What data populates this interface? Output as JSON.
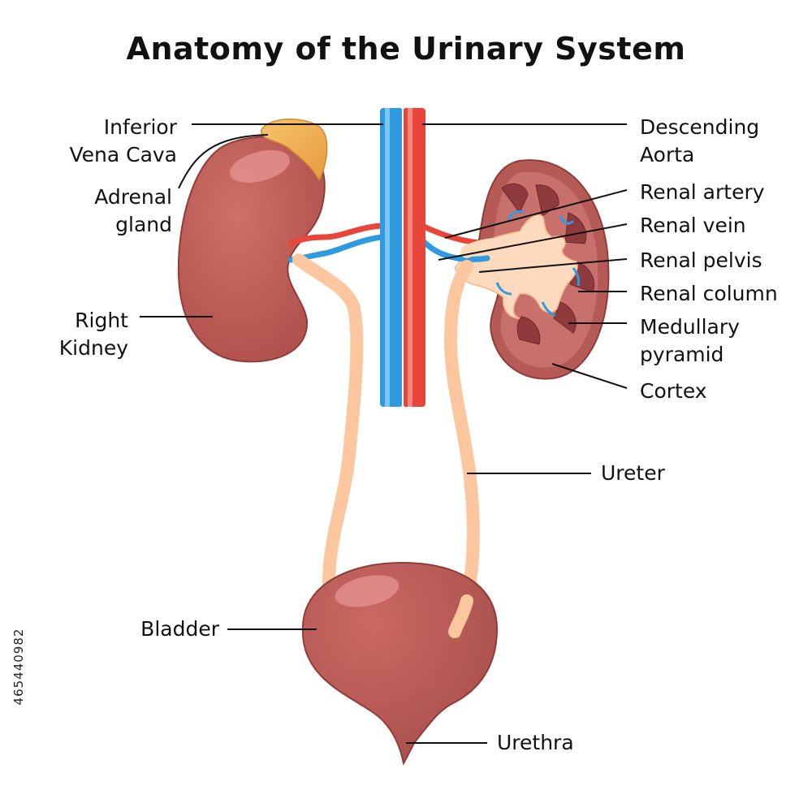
{
  "title": "Anatomy of the Urinary System",
  "labels": {
    "inferior_vena_cava": [
      "Inferior",
      "Vena Cava"
    ],
    "adrenal_gland": [
      "Adrenal",
      "gland"
    ],
    "right_kidney": [
      "Right",
      "Kidney"
    ],
    "descending_aorta": [
      "Descending",
      "Aorta"
    ],
    "renal_artery": "Renal artery",
    "renal_vein": "Renal vein",
    "renal_pelvis": "Renal pelvis",
    "renal_column": "Renal column",
    "medullary_pyramid": [
      "Medullary",
      "pyramid"
    ],
    "cortex": "Cortex",
    "ureter": "Ureter",
    "bladder": "Bladder",
    "urethra": "Urethra"
  },
  "stock_id": "465440982",
  "colors": {
    "kidney": "#c05f5a",
    "kidney_dark": "#9a3f3d",
    "kidney_highlight": "#e38884",
    "adrenal": "#f2b25a",
    "vein_blue": "#2e9be0",
    "artery_red": "#e8463a",
    "ureter": "#fcc79f",
    "pelvis": "#fdd9bd"
  }
}
